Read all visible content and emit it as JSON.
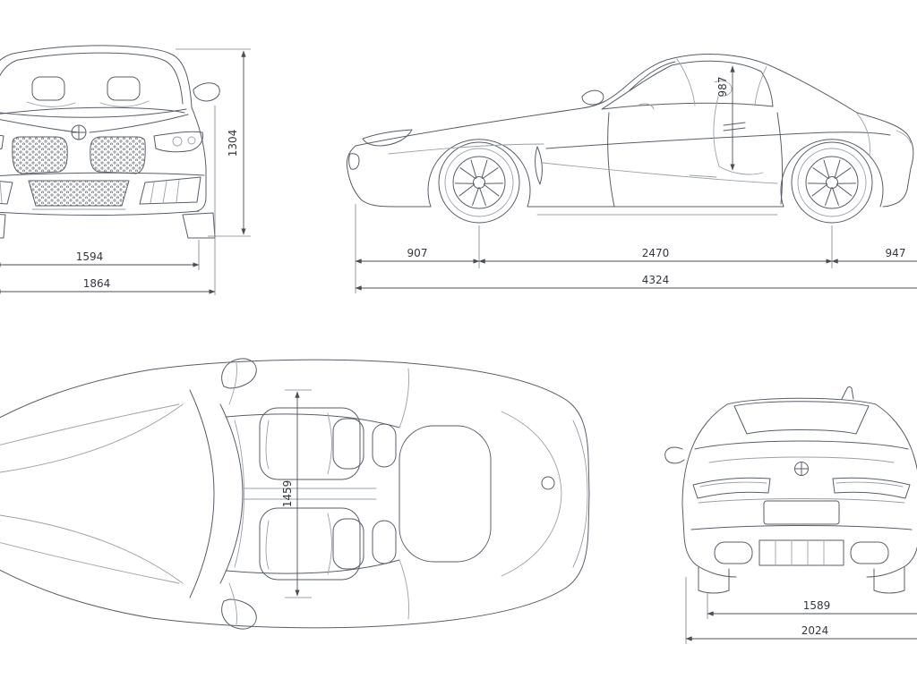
{
  "dims": {
    "front_height": "1304",
    "front_track": "1594",
    "front_width": "1864",
    "side_cabin_height": "987",
    "side_front_overhang": "907",
    "side_wheelbase": "2470",
    "side_rear_overhang": "947",
    "side_length": "4324",
    "top_interior": "1459",
    "rear_track": "1589",
    "rear_width": "2024"
  },
  "colors": {
    "line": "#585e68",
    "light_line": "#9aa0a8",
    "dimension_line": "#4a4e55",
    "dimension_text": "#33373d",
    "background": "#ffffff"
  }
}
